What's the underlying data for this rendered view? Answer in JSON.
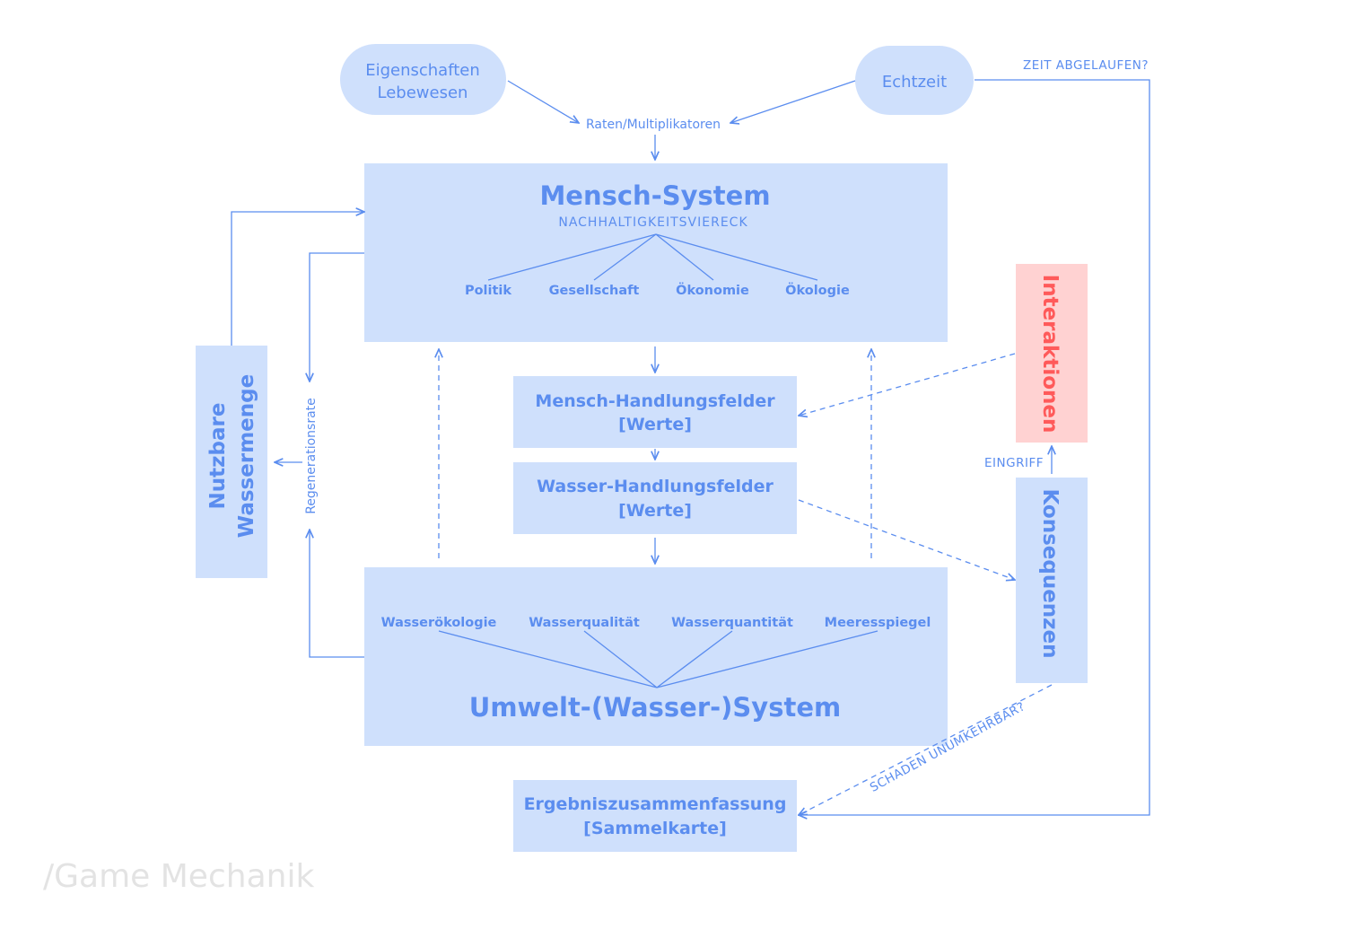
{
  "nodes": {
    "eigenschaften": {
      "line1": "Eigenschaften",
      "line2": "Lebewesen"
    },
    "echtzeit": "Echtzeit",
    "raten": "Raten/Multiplikatoren",
    "mensch_system": {
      "title": "Mensch-System",
      "subtitle": "NACHHALTIGKEITSVIERECK",
      "items": [
        "Politik",
        "Gesellschaft",
        "Ökonomie",
        "Ökologie"
      ]
    },
    "mensch_handlungsfelder": {
      "line1": "Mensch-Handlungsfelder",
      "line2": "[Werte]"
    },
    "wasser_handlungsfelder": {
      "line1": "Wasser-Handlungsfelder",
      "line2": "[Werte]"
    },
    "umwelt_system": {
      "title": "Umwelt-(Wasser-)System",
      "items": [
        "Wasserökologie",
        "Wasserqualität",
        "Wasserquantität",
        "Meeresspiegel"
      ]
    },
    "nutzbare": {
      "line1": "Nutzbare",
      "line2": "Wassermenge"
    },
    "regenerationsrate": "Regenerationsrate",
    "interaktionen": "Interaktionen",
    "konsequenzen": "Konsequenzen",
    "eingriff": "EINGRIFF",
    "ergebnis": {
      "line1": "Ergebniszusammenfassung",
      "line2": "[Sammelkarte]"
    },
    "zeit_abgelaufen": "ZEIT ABGELAUFEN?",
    "schaden": "SCHADEN UNUMKEHRBAR?"
  },
  "footer": "/Game Mechanik",
  "colors": {
    "box": "#cfe0fc",
    "accent": "#5b8def",
    "interaktionen_box": "#ffd2d2",
    "interaktionen_text": "#ff5a5a",
    "footer_text": "#e3e3e3"
  }
}
